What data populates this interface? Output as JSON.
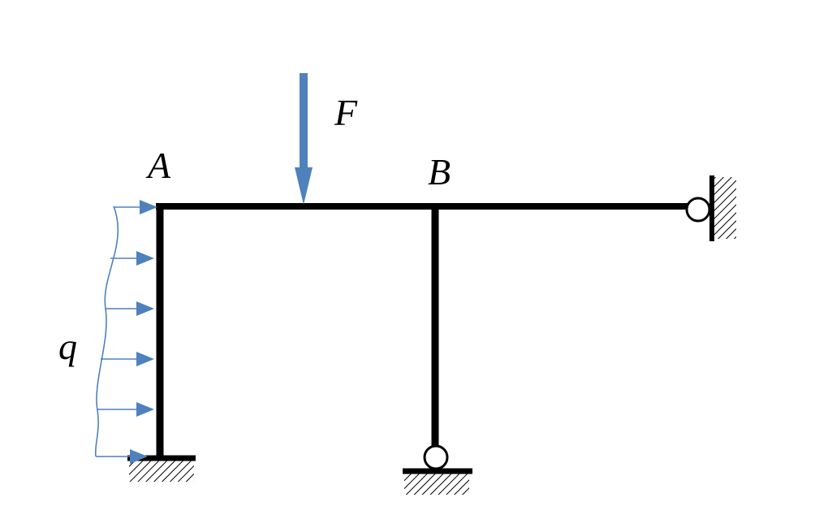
{
  "labels": {
    "force": "F",
    "node_a": "A",
    "node_b": "B",
    "distributed_load": "q"
  },
  "colors": {
    "member": "#000000",
    "load": "#4f81bd",
    "hatch": "#000000",
    "background": "#ffffff"
  },
  "supports": {
    "a_base": "fixed",
    "b_base": "pin",
    "right_end": "pin"
  },
  "distributed_load": {
    "direction": "right",
    "arrow_count": 6
  }
}
